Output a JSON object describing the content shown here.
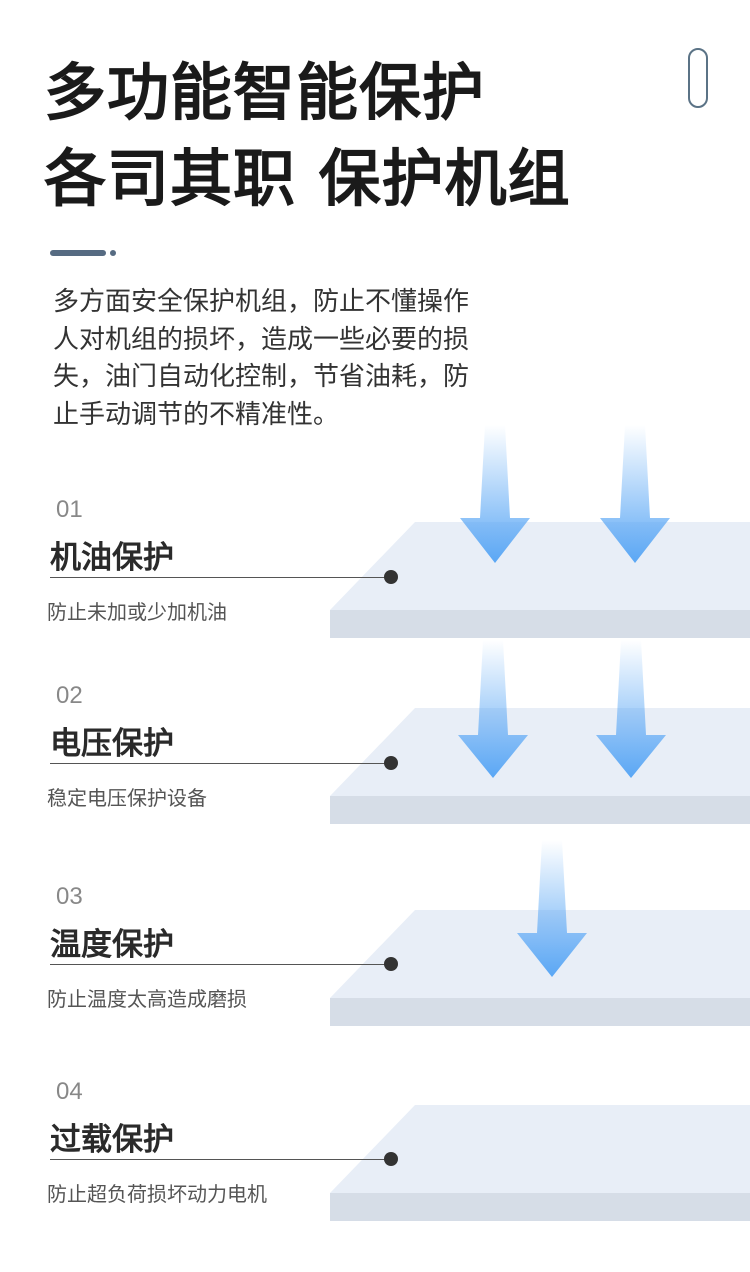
{
  "headline": {
    "line1": "多功能智能保护",
    "line2": "各司其职 保护机组"
  },
  "intro": {
    "lines": [
      "多方面安全保护机组，防止不懂操作",
      "人对机组的损坏，造成一些必要的损",
      "失，油门自动化控制，节省油耗，防",
      "止手动调节的不精准性。"
    ]
  },
  "items": [
    {
      "num": "01",
      "title": "机油保护",
      "desc": "防止未加或少加机油"
    },
    {
      "num": "02",
      "title": "电压保护",
      "desc": "稳定电压保护设备"
    },
    {
      "num": "03",
      "title": "温度保护",
      "desc": "防止温度太高造成磨损"
    },
    {
      "num": "04",
      "title": "过载保护",
      "desc": "防止超负荷损坏动力电机"
    }
  ],
  "colors": {
    "accent": "#566b82",
    "plate_top": "#e8eef7",
    "plate_side": "#d6dde7",
    "arrow": "#5aa7f5"
  }
}
